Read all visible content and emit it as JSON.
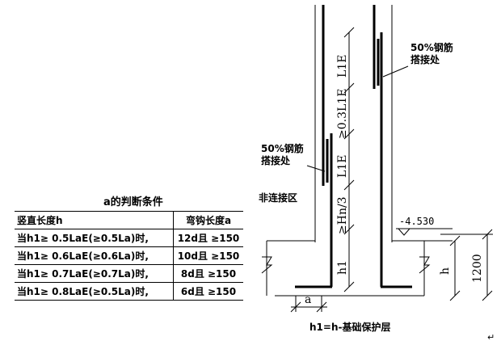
{
  "condition_table": {
    "title": "a的判断条件",
    "headers": [
      "竖直长度h",
      "弯钩长度a"
    ],
    "rows": [
      [
        "当h1≥ 0.5LaE(≥0.5La)时,",
        "12d且 ≥150"
      ],
      [
        "当h1≥ 0.6LaE(≥0.6La)时,",
        "10d且 ≥150"
      ],
      [
        "当h1≥ 0.7LaE(≥0.7La)时,",
        "8d且 ≥150"
      ],
      [
        "当h1≥ 0.8LaE(≥0.5La)时,",
        "6d且 ≥150"
      ]
    ]
  },
  "drawing": {
    "splice_label_upper": [
      "50%钢筋",
      "搭接处"
    ],
    "splice_label_lower": [
      "50%钢筋",
      "搭接处"
    ],
    "non_splice_zone": "非连接区",
    "elevation": "-4.530",
    "dim_l1e_upper": "L1E",
    "dim_03l1e": "≥0.3L1E",
    "dim_l1e_lower": "L1E",
    "dim_hn3": "≥Hn/3",
    "dim_h1": "h1",
    "dim_h": "h",
    "dim_1200": "1200",
    "dim_a": "a",
    "formula": "h1=h-基础保护层",
    "para_mark": "↵"
  }
}
